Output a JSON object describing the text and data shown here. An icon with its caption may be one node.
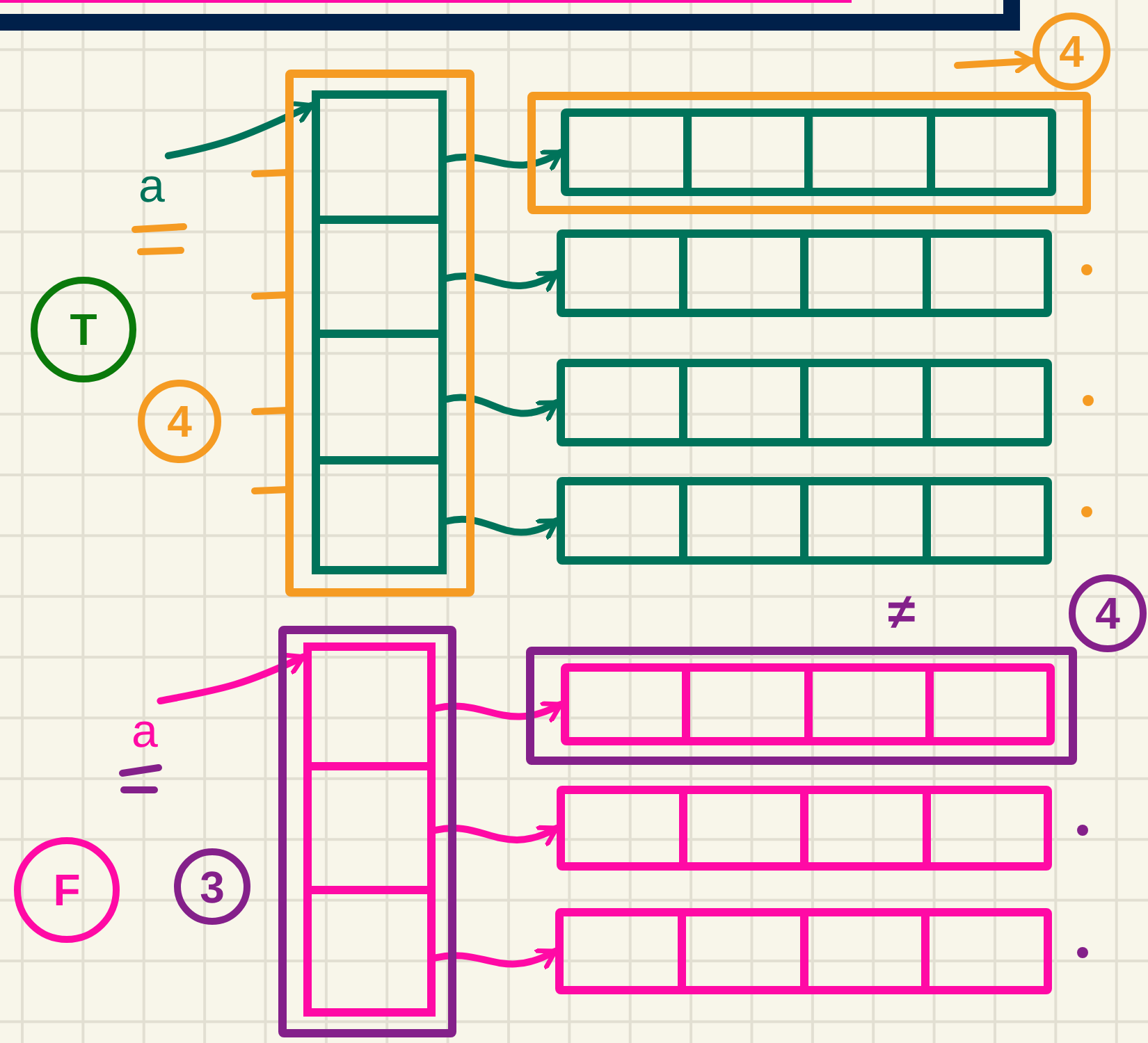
{
  "diagram": {
    "nodes": [
      {
        "text": [
          "a"
        ]
      },
      {
        "text": [],
        "shape": "box"
      },
      {
        "text": [],
        "shape": "box",
        "in": 1
      },
      {
        "text": [],
        "shape": "box",
        "in": 2
      },
      {
        "text": [],
        "shape": "box",
        "in": 2
      },
      {
        "text": [],
        "shape": "box",
        "in": 2
      },
      {
        "text": [],
        "shape": "box",
        "in": 2
      },
      {
        "text": [
          "4"
        ]
      },
      {
        "text": [],
        "shape": "box"
      },
      {
        "text": [],
        "shape": "box",
        "in": 8
      },
      {
        "text": [],
        "shape": "box"
      },
      {
        "text": [],
        "shape": "box"
      },
      {
        "text": [],
        "shape": "box"
      },
      {
        "text": [
          "T"
        ]
      },
      {
        "text": [
          "4"
        ]
      },
      {
        "text": [
          "a"
        ]
      },
      {
        "text": [],
        "shape": "box"
      },
      {
        "text": [],
        "shape": "box",
        "in": 16
      },
      {
        "text": [],
        "shape": "box",
        "in": 17
      },
      {
        "text": [],
        "shape": "box",
        "in": 17
      },
      {
        "text": [],
        "shape": "box",
        "in": 17
      },
      {
        "text": [],
        "shape": "box"
      },
      {
        "text": [],
        "shape": "box",
        "in": 21
      },
      {
        "text": [],
        "shape": "box"
      },
      {
        "text": [],
        "shape": "box"
      },
      {
        "text": [
          "4"
        ]
      },
      {
        "text": [
          "F"
        ]
      },
      {
        "text": [
          "3"
        ]
      }
    ],
    "edges": [
      {
        "from": 0,
        "to": 3,
        "arrow": "to"
      },
      {
        "from": 3,
        "to": 9,
        "arrow": "to"
      },
      {
        "from": 4,
        "to": 10,
        "arrow": "to"
      },
      {
        "from": 5,
        "to": 11,
        "arrow": "to"
      },
      {
        "from": 6,
        "to": 12,
        "arrow": "to"
      },
      {
        "from": null,
        "to": 7,
        "arrow": "to",
        "color": "#f59b23"
      },
      {
        "from": 15,
        "to": 18,
        "arrow": "to",
        "color": "#ff0aa5"
      },
      {
        "from": 18,
        "to": 22,
        "arrow": "to",
        "color": "#ff0aa5"
      },
      {
        "from": 19,
        "to": 23,
        "arrow": "to",
        "color": "#ff0aa5"
      },
      {
        "from": 20,
        "to": 24,
        "arrow": "to",
        "color": "#ff0aa5"
      }
    ],
    "labels": [
      "≠"
    ]
  }
}
